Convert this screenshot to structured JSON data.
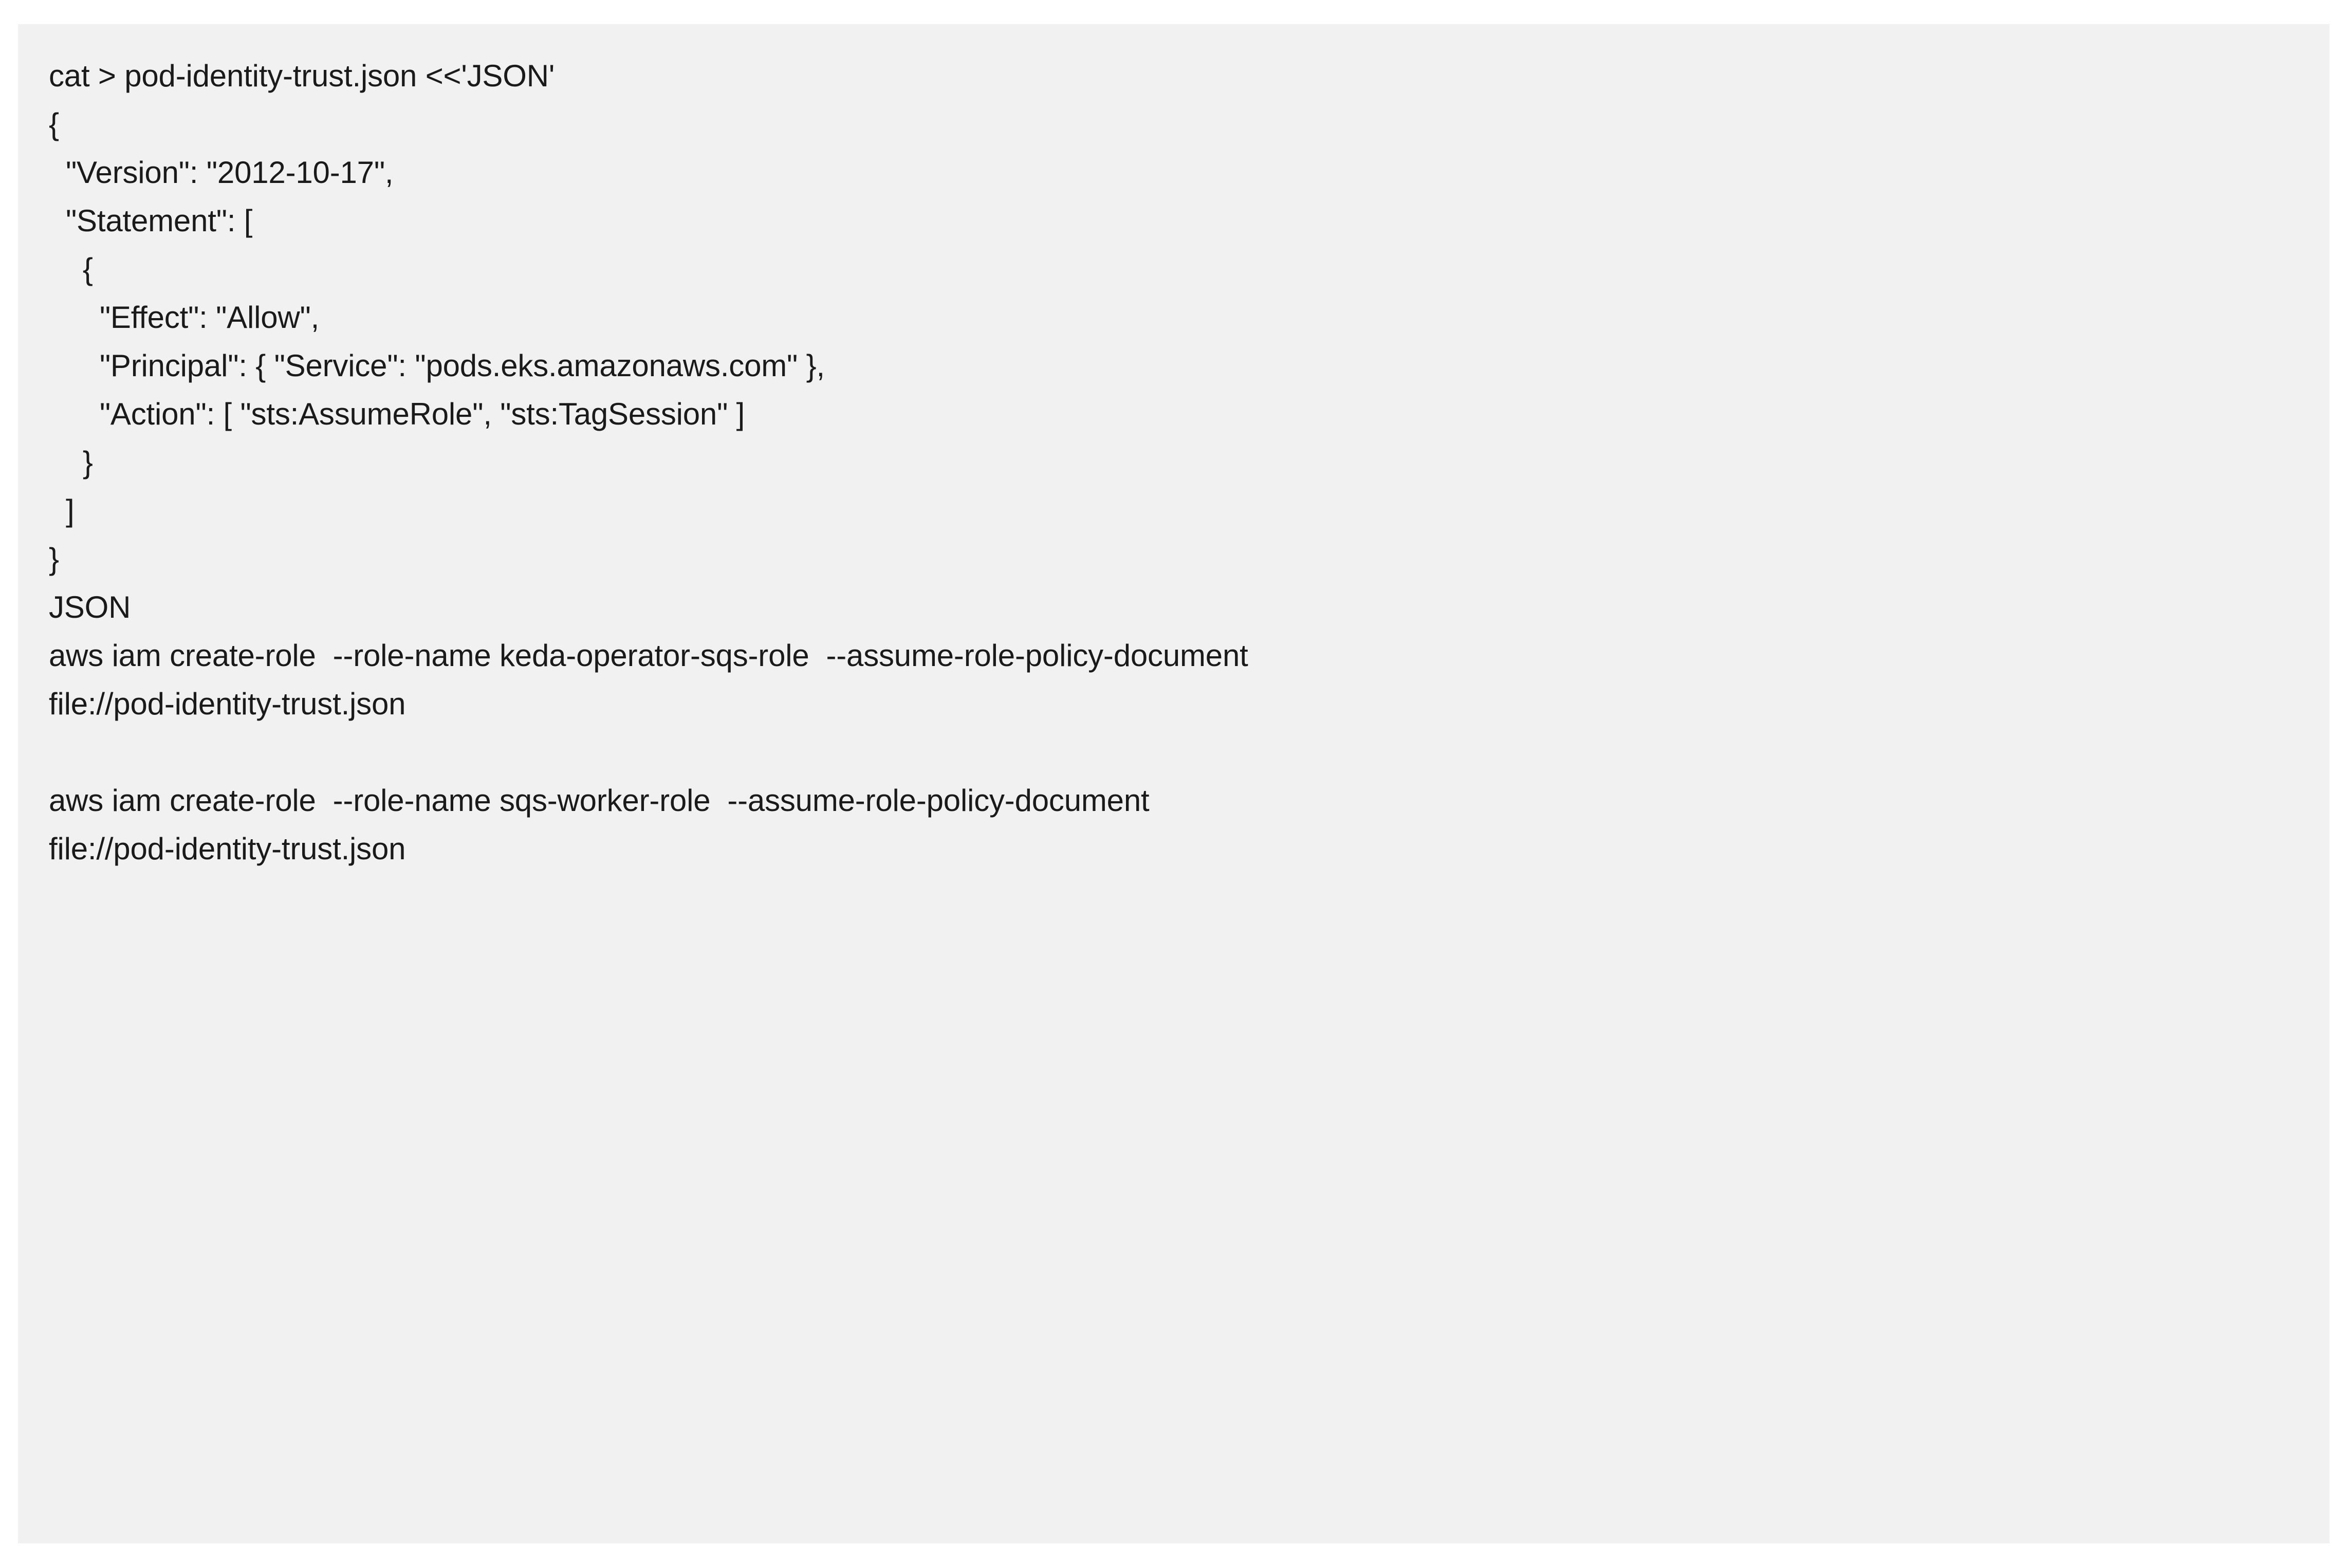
{
  "card": {
    "background_color": "#f1f1f1",
    "text_color": "#1a1a1a",
    "page_background_color": "#ffffff"
  },
  "code": {
    "language": "bash",
    "lines": [
      "cat > pod-identity-trust.json <<'JSON'",
      "{",
      "  \"Version\": \"2012-10-17\",",
      "  \"Statement\": [",
      "    {",
      "      \"Effect\": \"Allow\",",
      "      \"Principal\": { \"Service\": \"pods.eks.amazonaws.com\" },",
      "      \"Action\": [ \"sts:AssumeRole\", \"sts:TagSession\" ]",
      "    }",
      "  ]",
      "}",
      "JSON",
      "aws iam create-role  --role-name keda-operator-sqs-role  --assume-role-policy-document",
      "file://pod-identity-trust.json",
      "",
      "aws iam create-role  --role-name sqs-worker-role  --assume-role-policy-document",
      "file://pod-identity-trust.json"
    ]
  }
}
